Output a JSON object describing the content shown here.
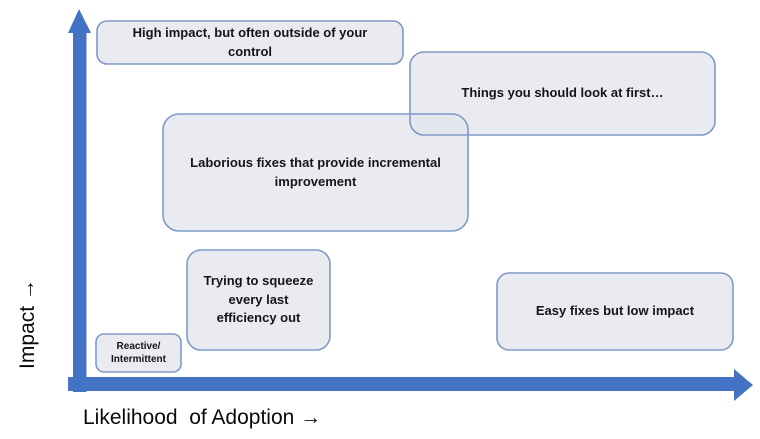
{
  "diagram": {
    "axes": {
      "y_label": "Impact →",
      "x_label": "Likelihood  of Adoption →",
      "axis_color": "#4472C4"
    },
    "style": {
      "box_fill": "#E9EBF1",
      "box_border": "#7E99C7",
      "text_color": "#151515"
    },
    "boxes": {
      "high_impact": {
        "label": "High impact, but often outside of your control"
      },
      "look_first": {
        "label": "Things you should look at first…"
      },
      "laborious": {
        "label": "Laborious fixes that provide incremental improvement"
      },
      "squeeze": {
        "label": "Trying to squeeze every last efficiency out"
      },
      "reactive": {
        "label": "Reactive/ Intermittent"
      },
      "easy_fixes": {
        "label": "Easy fixes but low impact"
      }
    }
  }
}
